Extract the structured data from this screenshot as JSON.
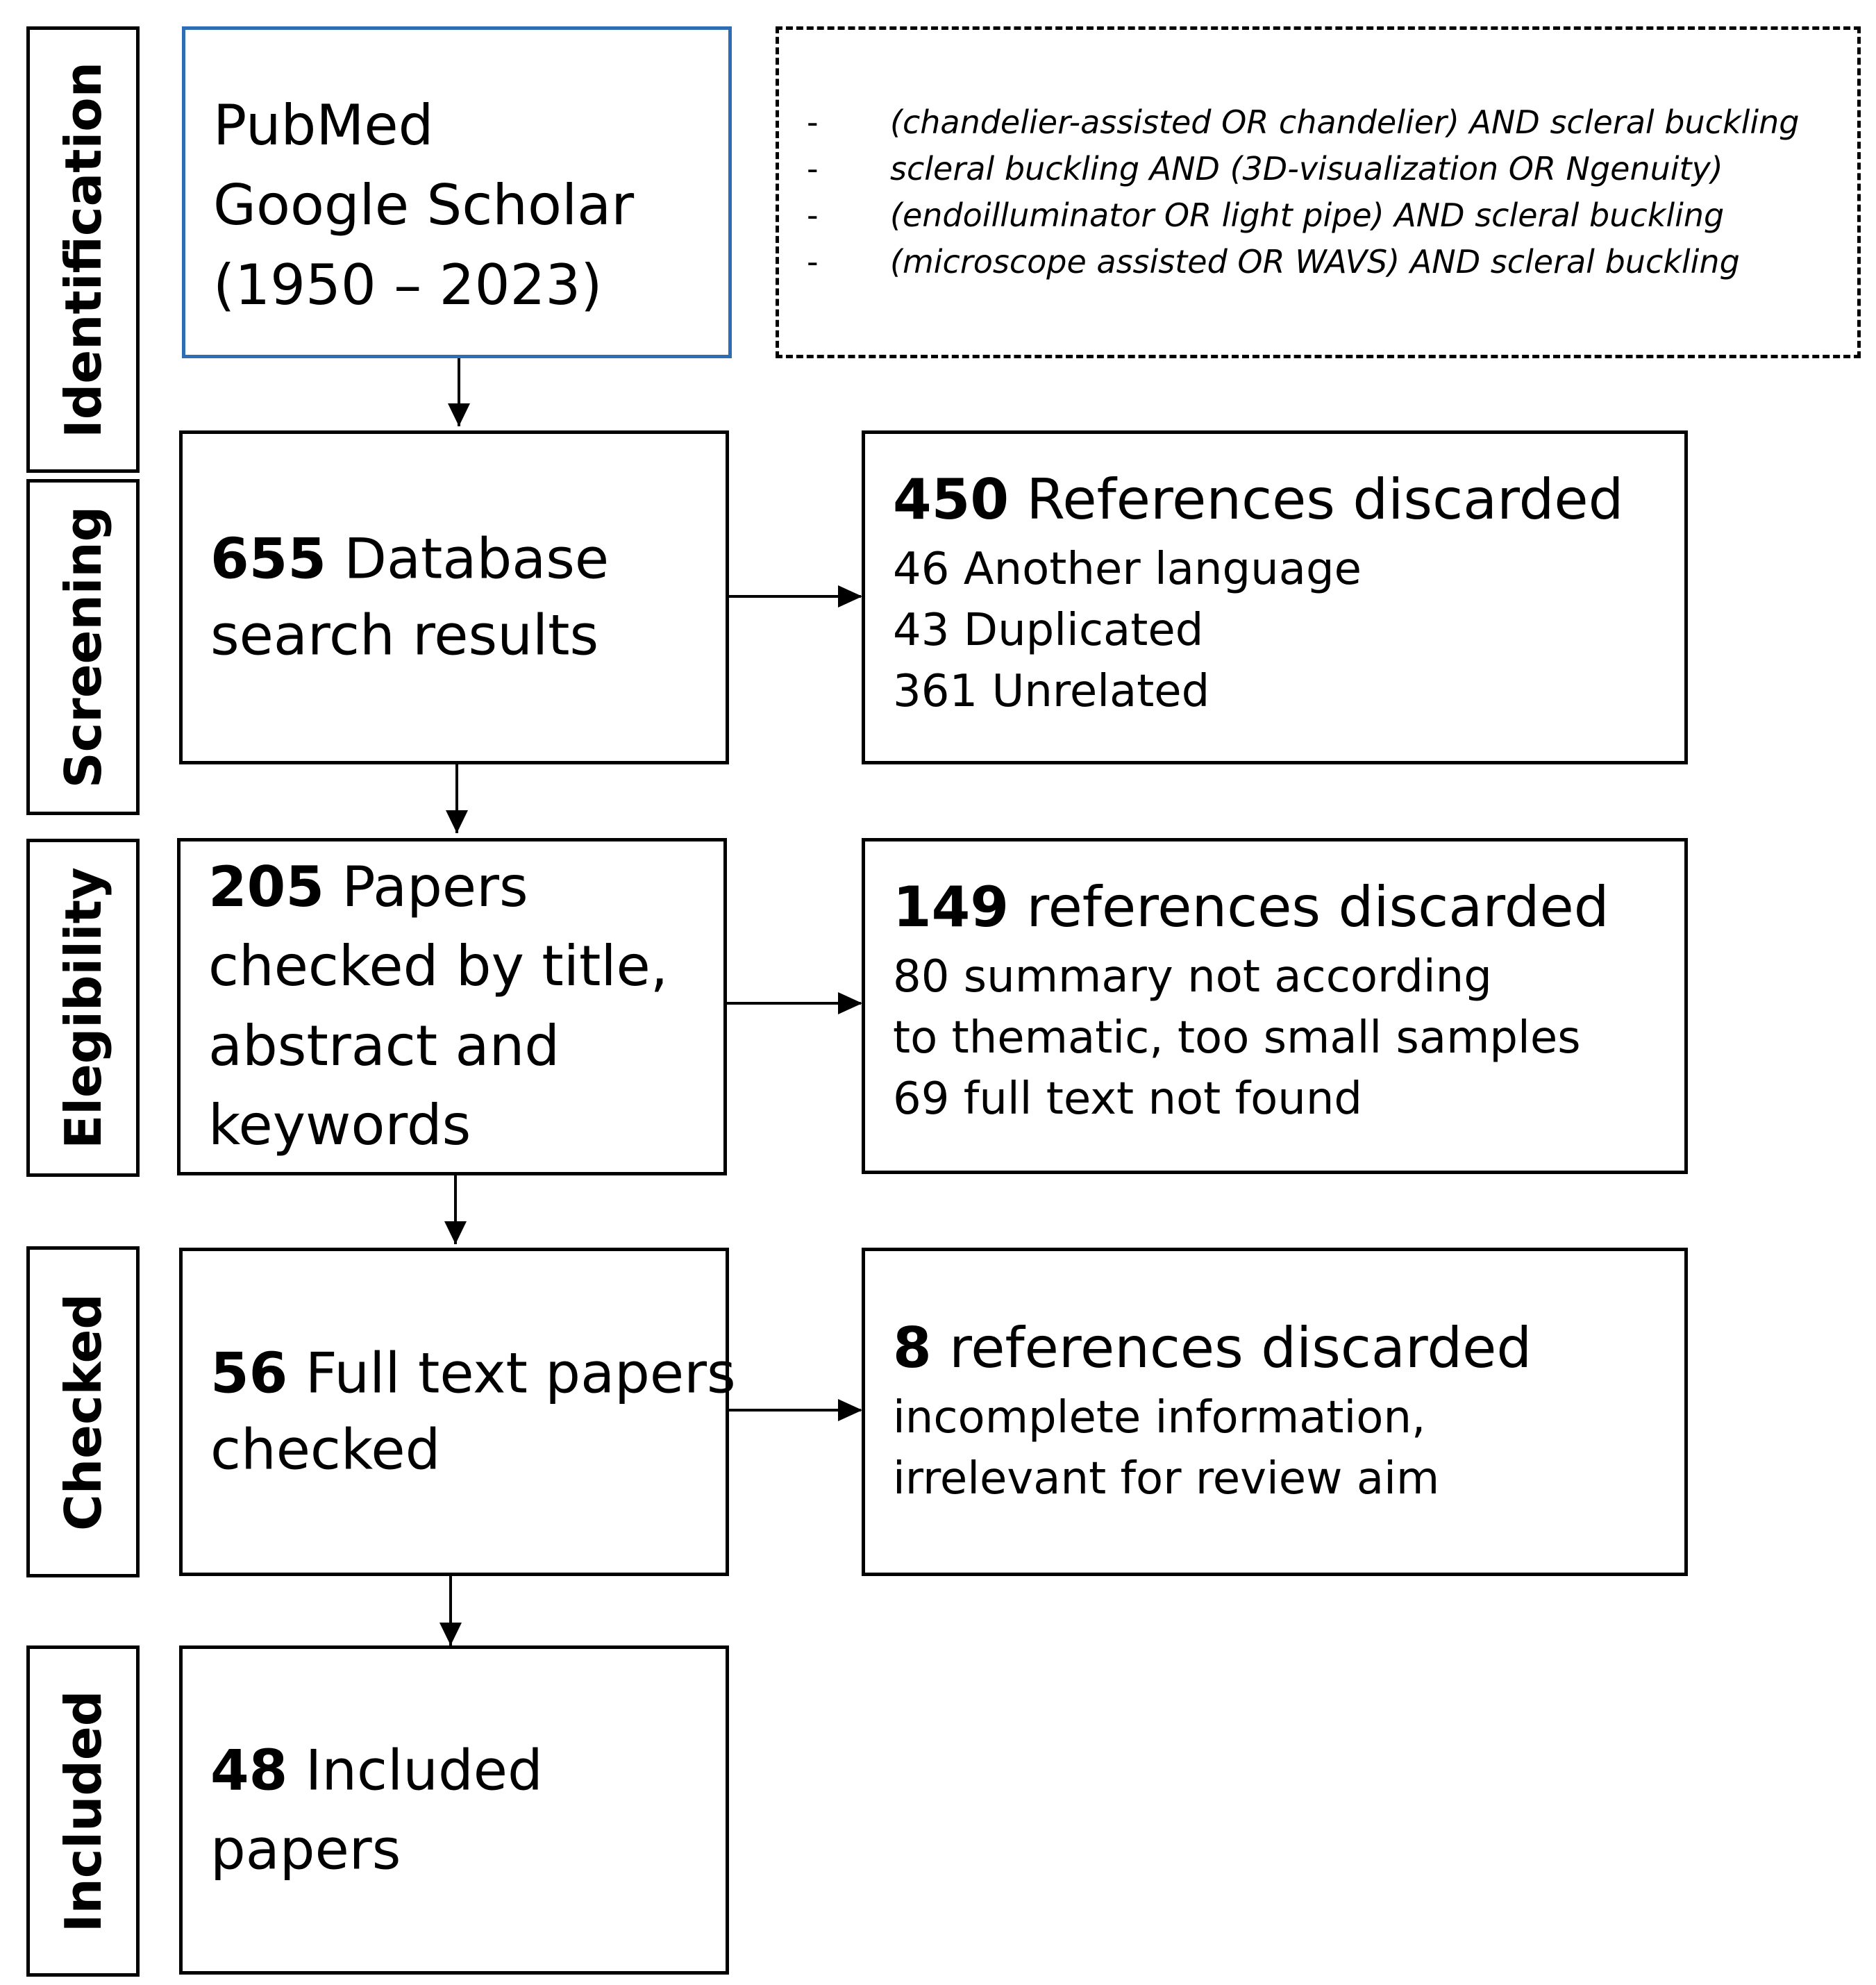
{
  "stages": {
    "identification": "Identification",
    "screening": "Screening",
    "elegibility": "Elegibility",
    "checked": "Checked",
    "included": "Included"
  },
  "identification": {
    "sources": [
      "PubMed",
      "Google Scholar",
      "(1950 – 2023)"
    ],
    "queries": [
      "(chandelier-assisted OR chandelier) AND scleral buckling",
      "scleral buckling AND (3D-visualization OR Ngenuity)",
      "(endoilluminator OR light pipe) AND scleral buckling",
      "(microscope assisted OR WAVS) AND scleral buckling"
    ],
    "query_bullet": "-"
  },
  "screening": {
    "count": "655",
    "text_1": " Database",
    "text_2": "search results",
    "discard": {
      "count": "450",
      "title": " References discarded",
      "details": [
        "46 Another language",
        "43 Duplicated",
        "361 Unrelated"
      ]
    }
  },
  "elegibility": {
    "count": "205",
    "text_1": " Papers",
    "text_2": "checked by title,",
    "text_3": "abstract and",
    "text_4": "keywords",
    "discard": {
      "count": "149",
      "title": " references discarded",
      "details": [
        "80 summary not according",
        "to thematic, too small samples",
        "69 full text not found"
      ]
    }
  },
  "checked": {
    "count": "56",
    "text_1": " Full text papers",
    "text_2": "checked",
    "discard": {
      "count": "8",
      "title": " references discarded",
      "details": [
        "incomplete information,",
        "irrelevant for review aim"
      ]
    }
  },
  "included": {
    "count": "48",
    "text_1": " Included",
    "text_2": "papers"
  },
  "colors": {
    "source_box_border": "#2e6db4",
    "line": "#000000"
  }
}
